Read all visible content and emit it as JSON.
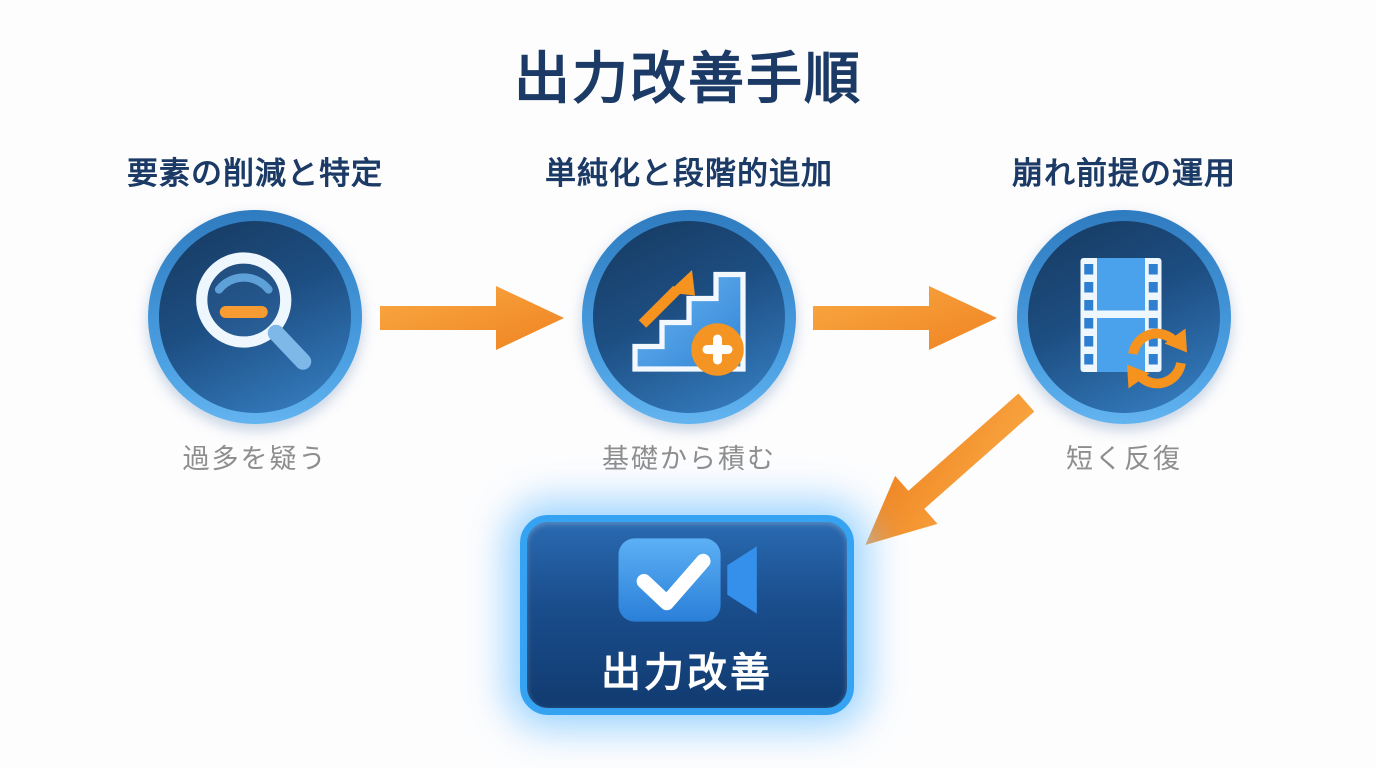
{
  "title": "出力改善手順",
  "steps": [
    {
      "heading": "要素の削減と特定",
      "caption": "過多を疑う",
      "icon": "zoom-out-magnifier"
    },
    {
      "heading": "単純化と段階的追加",
      "caption": "基礎から積む",
      "icon": "stairs-up-plus"
    },
    {
      "heading": "崩れ前提の運用",
      "caption": "短く反復",
      "icon": "film-strip-refresh"
    }
  ],
  "flow": {
    "arrow_1": "step1-to-step2-right",
    "arrow_2": "step2-to-step3-right",
    "arrow_3": "step3-to-result-down-left"
  },
  "result": {
    "label": "出力改善",
    "icon": "video-camera-check"
  },
  "colors": {
    "title_navy": "#1c3a66",
    "caption_gray": "#8e8e8e",
    "arrow_orange": "#f6921e",
    "circle_blue_dark": "#16395f",
    "circle_blue_light": "#3c85c8",
    "ring_blue": "#4ba0e2",
    "button_border_blue": "#35a2f2",
    "button_glow": "#8ccdff",
    "background": "#fdfdfe"
  }
}
